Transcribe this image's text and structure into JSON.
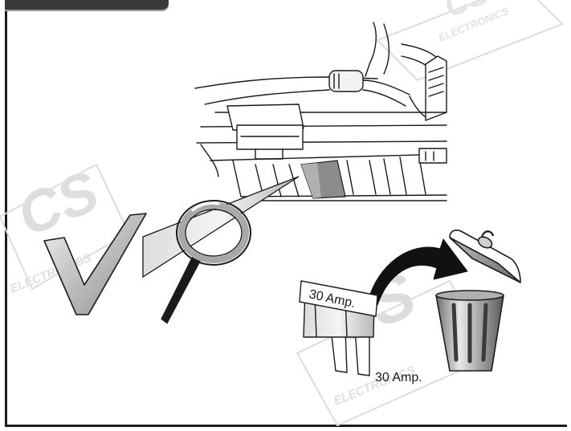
{
  "watermark": {
    "logo": "CS",
    "brand": "ELECTRONICS"
  },
  "fuse": {
    "cap_text": "30 Amp.",
    "caption": "30 Amp."
  },
  "colors": {
    "frame": "#1a1a1a",
    "tab": "#3a3a3a",
    "watermark": "#dcdcdc",
    "highlight_fuse": "#8c8c8c",
    "arrow": "#111111"
  },
  "icons": [
    "checkmark-icon",
    "magnifier-icon",
    "trash-can-icon",
    "curved-arrow-icon",
    "blade-fuse-icon"
  ]
}
